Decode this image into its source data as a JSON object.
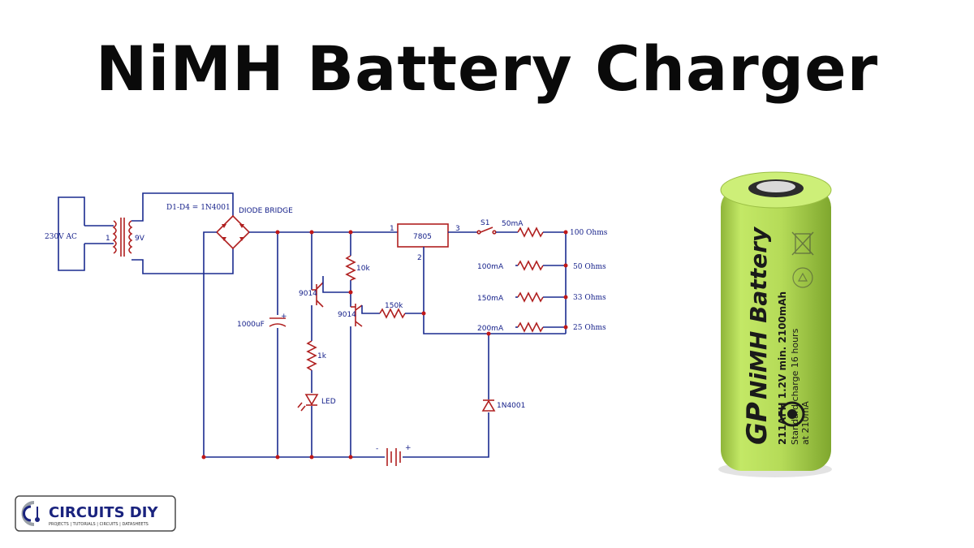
{
  "title": "NiMH Battery Charger",
  "schematic": {
    "labels": {
      "ac_source": "230V AC",
      "transformer_primary": "1",
      "transformer_secondary": "9V",
      "diode_spec": "D1-D4 = 1N4001",
      "diode_bridge": "DIODE BRIDGE",
      "regulator": "7805",
      "reg_pin1": "1",
      "reg_pin2": "2",
      "reg_pin3": "3",
      "switch": "S1",
      "r_10k": "10k",
      "q1": "9014",
      "q2": "9014",
      "r_150k": "150k",
      "capacitor": "1000uF",
      "r_1k": "1k",
      "led": "LED",
      "diode_out": "1N4001",
      "cap_plus": "+",
      "batt_minus": "-",
      "batt_plus": "+"
    },
    "resistor_rows": [
      {
        "current": "50mA",
        "ohms": "100 Ohms"
      },
      {
        "current": "100mA",
        "ohms": "50 Ohms"
      },
      {
        "current": "150mA",
        "ohms": "33 Ohms"
      },
      {
        "current": "200mA",
        "ohms": "25 Ohms"
      }
    ]
  },
  "battery": {
    "brand": "GP",
    "name": "NiMH Battery",
    "spec_line1": "211AFH 1.2V min. 2100mAh",
    "spec_line2": "Standard charge 16 hours",
    "spec_line3": "at 210mA"
  },
  "logo": {
    "name": "CIRCUITS DIY",
    "tagline": "PROJECTS | TUTORIALS | CIRCUITS | DATASHEETS"
  },
  "colors": {
    "wire": "#1a2b8f",
    "component": "#b02020",
    "battery_body": "#bfe35a",
    "logo_blue": "#1a237e"
  }
}
